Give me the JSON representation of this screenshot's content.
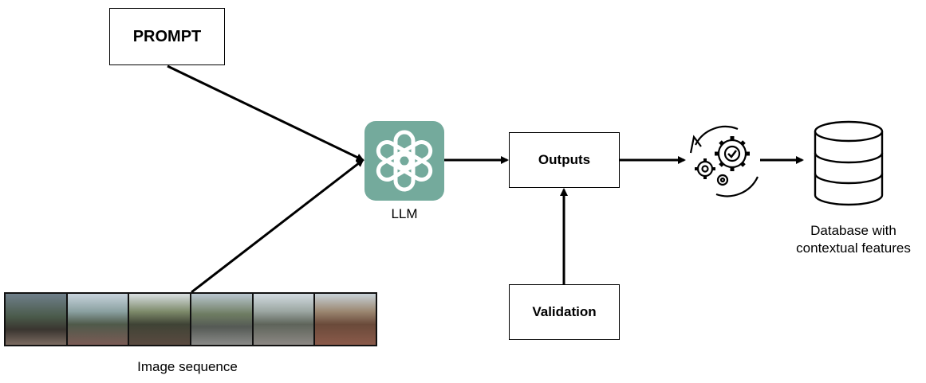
{
  "prompt": {
    "label": "PROMPT"
  },
  "llm": {
    "label": "LLM",
    "icon": "openai-logo-icon",
    "bg_color": "#74aa9c"
  },
  "outputs": {
    "label": "Outputs"
  },
  "validation": {
    "label": "Validation"
  },
  "processing": {
    "icon": "gears-process-icon"
  },
  "database": {
    "label_line1": "Database with",
    "label_line2": "contextual features",
    "icon": "database-icon"
  },
  "image_sequence": {
    "label": "Image sequence",
    "frame_count": 6
  }
}
